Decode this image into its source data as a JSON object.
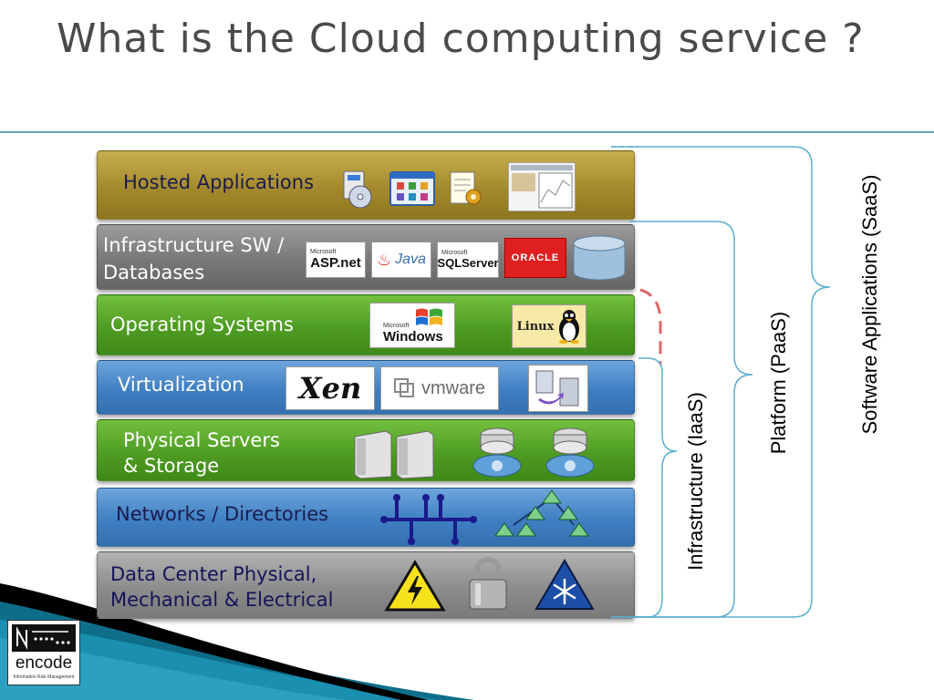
{
  "slide": {
    "title": "What is the Cloud computing service ?"
  },
  "layers": {
    "hosted": {
      "label": "Hosted Applications"
    },
    "infra": {
      "label_line1": "Infrastructure SW /",
      "label_line2": "Databases"
    },
    "os": {
      "label": "Operating Systems"
    },
    "virt": {
      "label": "Virtualization"
    },
    "phys": {
      "label_line1": "Physical Servers",
      "label_line2": "& Storage"
    },
    "net": {
      "label": "Networks / Directories"
    },
    "dc": {
      "label_line1": "Data Center Physical,",
      "label_line2": "Mechanical & Electrical"
    }
  },
  "logos": {
    "aspnet_small": "Microsoft",
    "aspnet": "ASP.net",
    "java": "Java",
    "sqlserver_small": "Microsoft",
    "sqlserver": "SQLServer",
    "oracle": "ORACLE",
    "windows_small": "Microsoft",
    "windows": "Windows",
    "linux": "Linux",
    "xen": "Xen",
    "vmware": "vmware"
  },
  "brackets": {
    "iaas": "Infrastructure (IaaS)",
    "paas": "Platform (PaaS)",
    "saas": "Software Applications (SaaS)"
  },
  "brand": {
    "name": "encode",
    "tagline": "Information Risk Management"
  },
  "colors": {
    "hosted": "#a48a2c",
    "infra": "#787878",
    "os": "#4f9c23",
    "virt": "#3f7fc2",
    "phys": "#4f9c23",
    "net": "#3f7fc2",
    "dc": "#8c8c8c",
    "bracket": "#5aaed0",
    "accent_red": "#e06666"
  }
}
